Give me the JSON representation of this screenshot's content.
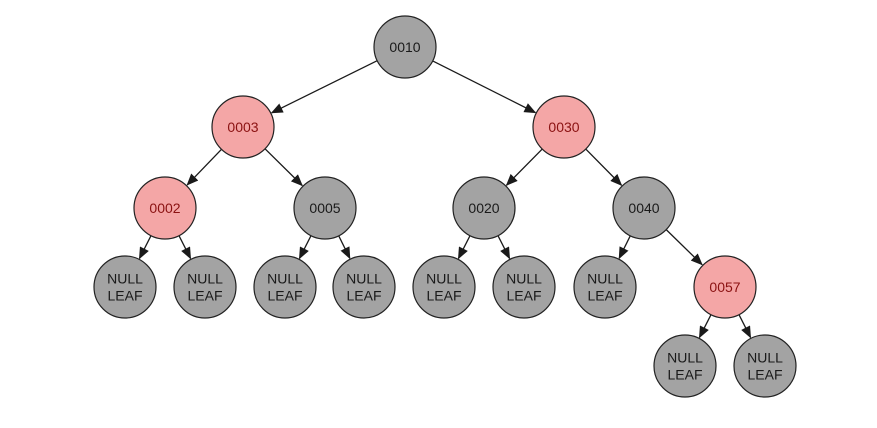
{
  "colors": {
    "black_node": "#a3a3a3",
    "red_node": "#f4a6a6",
    "black_text": "#1a1a1a",
    "red_text": "#8b1212",
    "edge": "#1a1a1a"
  },
  "tree": {
    "nodes": [
      {
        "id": "n0010",
        "lines": [
          "0010"
        ],
        "color": "black"
      },
      {
        "id": "n0003",
        "lines": [
          "0003"
        ],
        "color": "red"
      },
      {
        "id": "n0030",
        "lines": [
          "0030"
        ],
        "color": "red"
      },
      {
        "id": "n0002",
        "lines": [
          "0002"
        ],
        "color": "red"
      },
      {
        "id": "n0005",
        "lines": [
          "0005"
        ],
        "color": "black"
      },
      {
        "id": "n0020",
        "lines": [
          "0020"
        ],
        "color": "black"
      },
      {
        "id": "n0040",
        "lines": [
          "0040"
        ],
        "color": "black"
      },
      {
        "id": "nl1",
        "lines": [
          "NULL",
          "LEAF"
        ],
        "color": "black"
      },
      {
        "id": "nl2",
        "lines": [
          "NULL",
          "LEAF"
        ],
        "color": "black"
      },
      {
        "id": "nl3",
        "lines": [
          "NULL",
          "LEAF"
        ],
        "color": "black"
      },
      {
        "id": "nl4",
        "lines": [
          "NULL",
          "LEAF"
        ],
        "color": "black"
      },
      {
        "id": "nl5",
        "lines": [
          "NULL",
          "LEAF"
        ],
        "color": "black"
      },
      {
        "id": "nl6",
        "lines": [
          "NULL",
          "LEAF"
        ],
        "color": "black"
      },
      {
        "id": "nl7",
        "lines": [
          "NULL",
          "LEAF"
        ],
        "color": "black"
      },
      {
        "id": "n0057",
        "lines": [
          "0057"
        ],
        "color": "red"
      },
      {
        "id": "nl8",
        "lines": [
          "NULL",
          "LEAF"
        ],
        "color": "black"
      },
      {
        "id": "nl9",
        "lines": [
          "NULL",
          "LEAF"
        ],
        "color": "black"
      }
    ],
    "edges": [
      [
        "n0010",
        "n0003"
      ],
      [
        "n0010",
        "n0030"
      ],
      [
        "n0003",
        "n0002"
      ],
      [
        "n0003",
        "n0005"
      ],
      [
        "n0030",
        "n0020"
      ],
      [
        "n0030",
        "n0040"
      ],
      [
        "n0002",
        "nl1"
      ],
      [
        "n0002",
        "nl2"
      ],
      [
        "n0005",
        "nl3"
      ],
      [
        "n0005",
        "nl4"
      ],
      [
        "n0020",
        "nl5"
      ],
      [
        "n0020",
        "nl6"
      ],
      [
        "n0040",
        "nl7"
      ],
      [
        "n0040",
        "n0057"
      ],
      [
        "n0057",
        "nl8"
      ],
      [
        "n0057",
        "nl9"
      ]
    ]
  }
}
